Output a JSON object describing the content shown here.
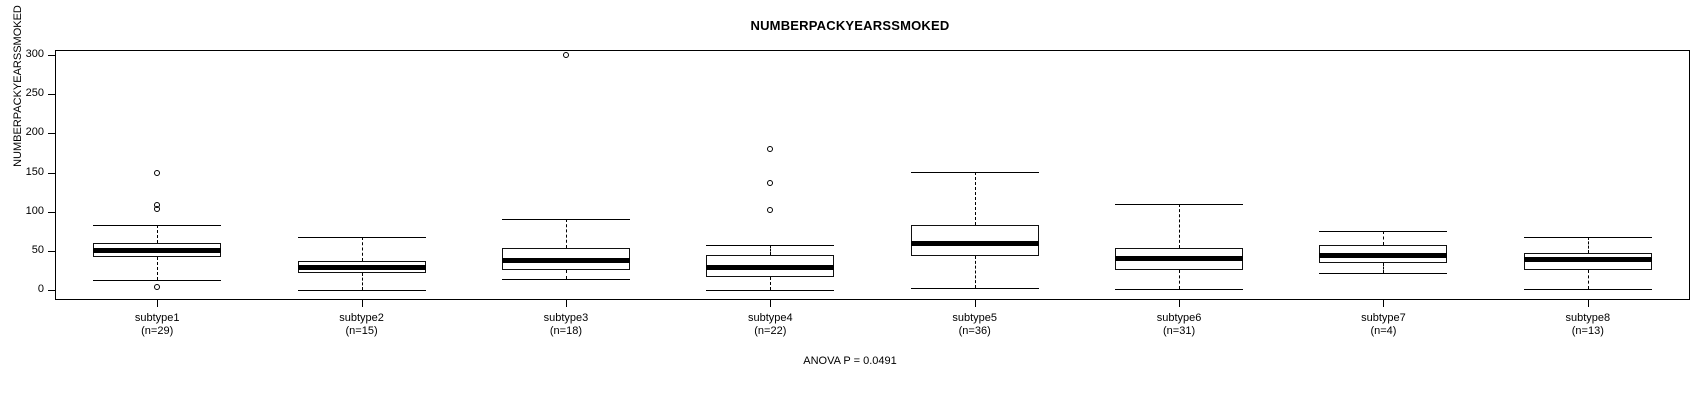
{
  "chart_data": {
    "type": "boxplot",
    "title": "NUMBERPACKYEARSSMOKED",
    "xlabel": "",
    "ylabel": "NUMBERPACKYEARSSMOKED",
    "ylim": [
      -8,
      310
    ],
    "yticks": [
      0,
      50,
      100,
      150,
      200,
      250,
      300
    ],
    "ytick_labels": [
      "0",
      "50",
      "100",
      "150",
      "200",
      "250",
      "300"
    ],
    "grid": false,
    "legend": "none",
    "annotation": "ANOVA P = 0.0491",
    "categories": [
      "subtype1",
      "subtype2",
      "subtype3",
      "subtype4",
      "subtype5",
      "subtype6",
      "subtype7",
      "subtype8"
    ],
    "group_counts": [
      29,
      15,
      18,
      22,
      36,
      31,
      4,
      13
    ],
    "xtick_labels": [
      "subtype1\n(n=29)",
      "subtype2\n(n=15)",
      "subtype3\n(n=18)",
      "subtype4\n(n=22)",
      "subtype5\n(n=36)",
      "subtype6\n(n=31)",
      "subtype7\n(n=4)",
      "subtype8\n(n=13)"
    ],
    "boxes": [
      {
        "category": "subtype1",
        "count_label": "(n=29)",
        "whisker_low": 13,
        "q1": 42,
        "median": 51,
        "q3": 60,
        "whisker_high": 83,
        "outliers": [
          150,
          108,
          104,
          4
        ]
      },
      {
        "category": "subtype2",
        "count_label": "(n=15)",
        "whisker_low": 0,
        "q1": 22,
        "median": 29,
        "q3": 37,
        "whisker_high": 68,
        "outliers": []
      },
      {
        "category": "subtype3",
        "count_label": "(n=18)",
        "whisker_low": 14,
        "q1": 26,
        "median": 38,
        "q3": 53,
        "whisker_high": 91,
        "outliers": [
          300
        ]
      },
      {
        "category": "subtype4",
        "count_label": "(n=22)",
        "whisker_low": 0,
        "q1": 16,
        "median": 30,
        "q3": 45,
        "whisker_high": 58,
        "outliers": [
          180,
          136,
          102
        ]
      },
      {
        "category": "subtype5",
        "count_label": "(n=36)",
        "whisker_low": 3,
        "q1": 44,
        "median": 60,
        "q3": 83,
        "whisker_high": 151,
        "outliers": []
      },
      {
        "category": "subtype6",
        "count_label": "(n=31)",
        "whisker_low": 1,
        "q1": 25,
        "median": 41,
        "q3": 53,
        "whisker_high": 110,
        "outliers": []
      },
      {
        "category": "subtype7",
        "count_label": "(n=4)",
        "whisker_low": 22,
        "q1": 34,
        "median": 45,
        "q3": 57,
        "whisker_high": 75,
        "outliers": []
      },
      {
        "category": "subtype8",
        "count_label": "(n=13)",
        "whisker_low": 1,
        "q1": 25,
        "median": 40,
        "q3": 47,
        "whisker_high": 68,
        "outliers": []
      }
    ]
  },
  "axes": {
    "title": "NUMBERPACKYEARSSMOKED",
    "y_axis_title": "NUMBERPACKYEARSSMOKED",
    "anova_text": "ANOVA P = 0.0491"
  }
}
